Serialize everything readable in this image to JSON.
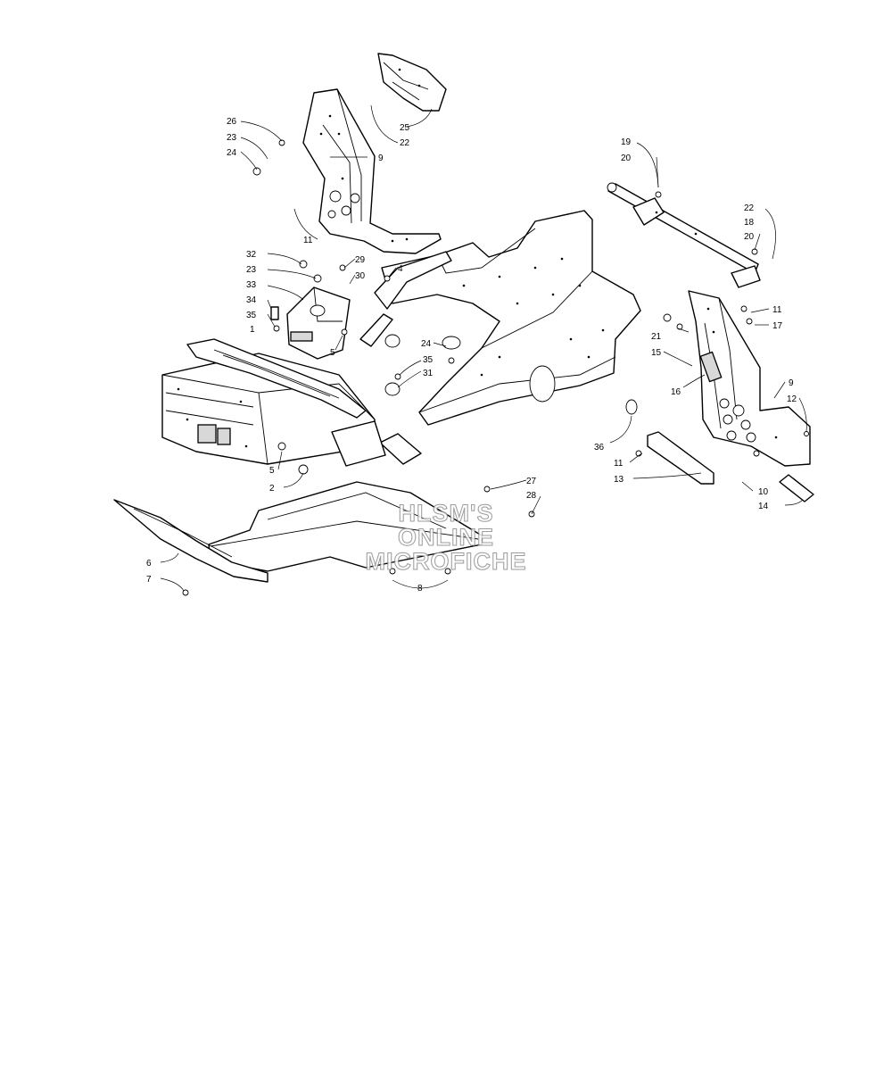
{
  "watermark": {
    "lines": [
      "HLSM'S",
      "ONLINE",
      "MICROFICHE"
    ]
  },
  "callouts": {
    "c26": "26",
    "c23a": "23",
    "c24a": "24",
    "c22a": "22",
    "c25": "25",
    "c9a": "9",
    "c11a": "11",
    "c32": "32",
    "c23b": "23",
    "c33": "33",
    "c34": "34",
    "c35a": "35",
    "c29": "29",
    "c30": "30",
    "c4": "4",
    "c1": "1",
    "c5a": "5",
    "c24b": "24",
    "c35b": "35",
    "c31": "31",
    "c5b": "5",
    "c2": "2",
    "c6": "6",
    "c7": "7",
    "c8": "8",
    "c27": "27",
    "c28": "28",
    "c36": "36",
    "c19": "19",
    "c20a": "20",
    "c22b": "22",
    "c18": "18",
    "c20b": "20",
    "c21": "21",
    "c11b": "11",
    "c17": "17",
    "c15": "15",
    "c16": "16",
    "c9b": "9",
    "c12": "12",
    "c11c": "11",
    "c13": "13",
    "c10": "10",
    "c14": "14"
  }
}
